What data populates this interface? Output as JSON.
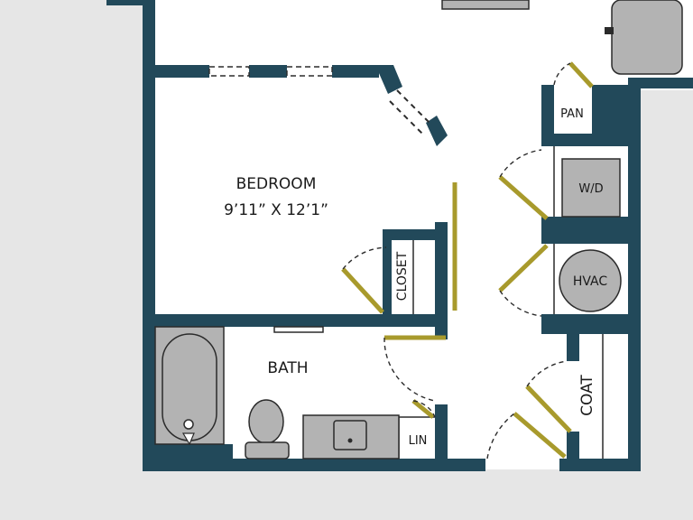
{
  "colors": {
    "background": "#e6e6e6",
    "wall": "#22495a",
    "floor": "#ffffff",
    "door": "#a89a2c",
    "fixture": "#b3b3b3",
    "line": "#2b2b2b"
  },
  "rooms": {
    "bedroom": {
      "name": "BEDROOM",
      "dimensions": "9’11” X 12’1”"
    },
    "bath": {
      "name": "BATH"
    },
    "closet": {
      "name": "CLOSET"
    },
    "linen": {
      "name": "LIN"
    },
    "pantry": {
      "name": "PAN"
    },
    "laundry": {
      "name": "W/D"
    },
    "hvac": {
      "name": "HVAC"
    },
    "coat": {
      "name": "COAT"
    }
  }
}
